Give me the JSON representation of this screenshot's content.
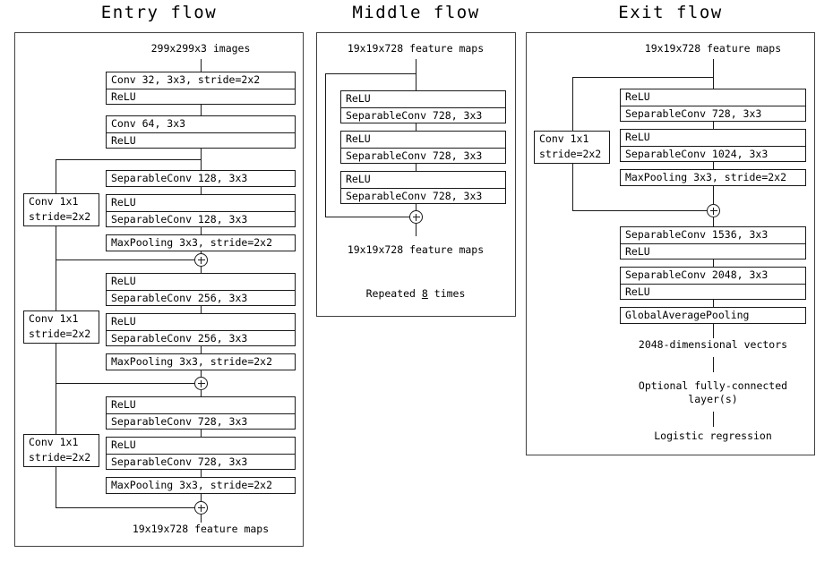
{
  "figure": {
    "titles": {
      "entry": "Entry flow",
      "middle": "Middle flow",
      "exit": "Exit flow"
    }
  },
  "entry_flow": {
    "input_label": "299x299x3 images",
    "output_label": "19x19x728 feature maps",
    "blocks": [
      {
        "rows": [
          "Conv 32, 3x3, stride=2x2",
          "ReLU"
        ]
      },
      {
        "rows": [
          "Conv 64, 3x3",
          "ReLU"
        ]
      },
      {
        "rows": [
          "SeparableConv 128, 3x3"
        ]
      },
      {
        "rows": [
          "ReLU",
          "SeparableConv 128, 3x3"
        ]
      },
      {
        "rows": [
          "MaxPooling 3x3, stride=2x2"
        ]
      },
      {
        "rows": [
          "ReLU",
          "SeparableConv 256, 3x3"
        ]
      },
      {
        "rows": [
          "ReLU",
          "SeparableConv 256, 3x3"
        ]
      },
      {
        "rows": [
          "MaxPooling 3x3, stride=2x2"
        ]
      },
      {
        "rows": [
          "ReLU",
          "SeparableConv 728, 3x3"
        ]
      },
      {
        "rows": [
          "ReLU",
          "SeparableConv 728, 3x3"
        ]
      },
      {
        "rows": [
          "MaxPooling 3x3, stride=2x2"
        ]
      }
    ],
    "shortcuts": [
      {
        "line1": "Conv 1x1",
        "line2": "stride=2x2"
      },
      {
        "line1": "Conv 1x1",
        "line2": "stride=2x2"
      },
      {
        "line1": "Conv 1x1",
        "line2": "stride=2x2"
      }
    ],
    "add_symbol": "+"
  },
  "middle_flow": {
    "input_label": "19x19x728 feature maps",
    "output_label": "19x19x728 feature maps",
    "repeat_prefix": "Repeated ",
    "repeat_count": "8",
    "repeat_suffix": " times",
    "blocks": [
      {
        "rows": [
          "ReLU",
          "SeparableConv 728, 3x3"
        ]
      },
      {
        "rows": [
          "ReLU",
          "SeparableConv 728, 3x3"
        ]
      },
      {
        "rows": [
          "ReLU",
          "SeparableConv 728, 3x3"
        ]
      }
    ],
    "add_symbol": "+"
  },
  "exit_flow": {
    "input_label": "19x19x728 feature maps",
    "vector_label": "2048-dimensional vectors",
    "fc_label": "Optional fully-connected layer(s)",
    "logistic_label": "Logistic regression",
    "blocks": [
      {
        "rows": [
          "ReLU",
          "SeparableConv 728, 3x3"
        ]
      },
      {
        "rows": [
          "ReLU",
          "SeparableConv 1024, 3x3"
        ]
      },
      {
        "rows": [
          "MaxPooling 3x3, stride=2x2"
        ]
      },
      {
        "rows": [
          "SeparableConv 1536, 3x3",
          "ReLU"
        ]
      },
      {
        "rows": [
          "SeparableConv 2048, 3x3",
          "ReLU"
        ]
      },
      {
        "rows": [
          "GlobalAveragePooling"
        ]
      }
    ],
    "shortcuts": [
      {
        "line1": "Conv 1x1",
        "line2": "stride=2x2"
      }
    ],
    "add_symbol": "+"
  },
  "colors": {
    "stroke": "#1a1a1a",
    "panel_stroke": "#404040",
    "background": "#ffffff"
  }
}
